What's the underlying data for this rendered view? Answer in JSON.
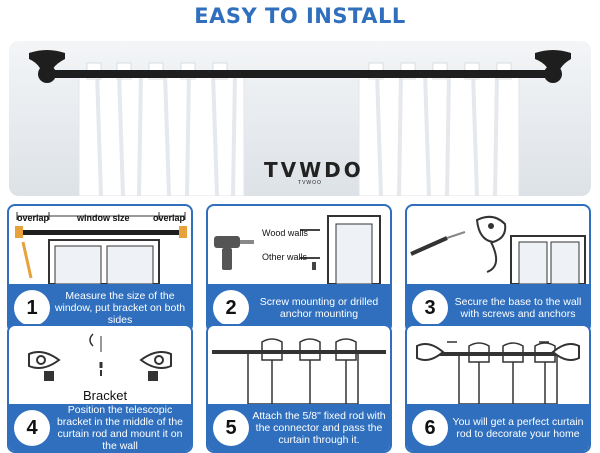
{
  "title": "EASY TO INSTALL",
  "brand": {
    "logo": "TVWDO",
    "sub": "TVWOO"
  },
  "steps": [
    {
      "number": "1",
      "caption": "Measure the size of the window, put bracket on both sides",
      "labels": {
        "overlap_left": "overlap",
        "window_size": "window size",
        "overlap_right": "overlap"
      }
    },
    {
      "number": "2",
      "caption": "Screw mounting or drilled anchor mounting",
      "labels": {
        "wood": "Wood walls",
        "other": "Other walls"
      }
    },
    {
      "number": "3",
      "caption": "Secure the base to the wall with screws and anchors"
    },
    {
      "number": "4",
      "caption": "Position the telescopic bracket in the middle of the curtain rod and mount it on the wall",
      "labels": {
        "bracket": "Bracket"
      }
    },
    {
      "number": "5",
      "caption": "Attach the 5/8\" fixed rod with the connector and pass the curtain through it."
    },
    {
      "number": "6",
      "caption": "You will get a perfect curtain rod to decorate your home"
    }
  ],
  "colors": {
    "accent": "#2f6fbe",
    "rod": "#1e1e1e",
    "wall": "#e9edf1"
  },
  "icons": [
    "rod-bracket-icon",
    "drill-icon",
    "screwdriver-icon",
    "window-icon",
    "curtain-icon"
  ]
}
